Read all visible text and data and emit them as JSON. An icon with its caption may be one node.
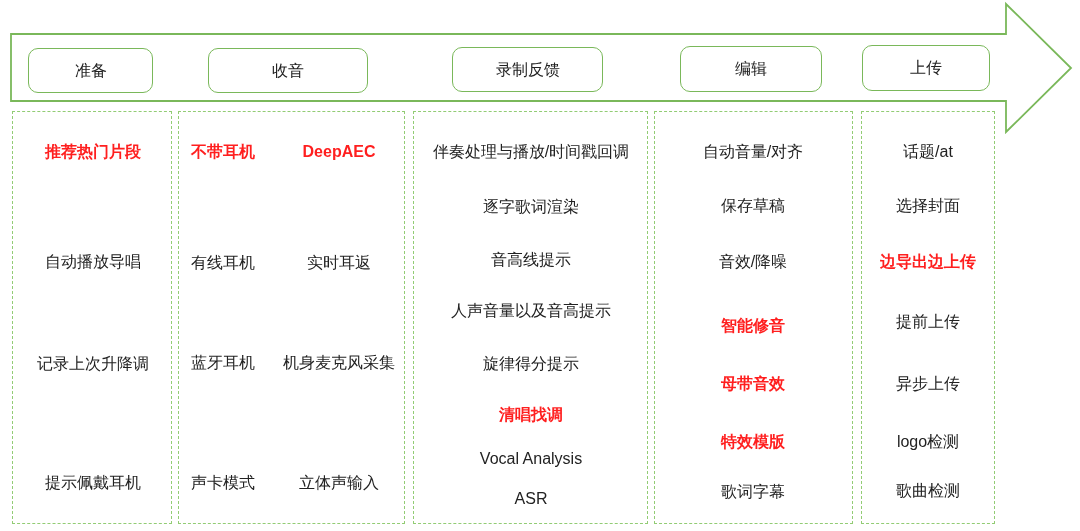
{
  "diagram": {
    "nodes": [
      {
        "text": [],
        "shape": "arrow"
      },
      {
        "text": [
          "准备"
        ],
        "in": 0
      },
      {
        "text": [
          "收音"
        ],
        "in": 0
      },
      {
        "text": [
          "录制反馈"
        ],
        "in": 0
      },
      {
        "text": [
          "编辑"
        ],
        "in": 0
      },
      {
        "text": [
          "上传"
        ],
        "in": 0
      },
      {
        "text": [
          "推荐热门片段",
          "自动播放导唱",
          "记录上次升降调",
          "提示佩戴耳机"
        ]
      },
      {
        "text": [
          "不带耳机",
          "DeepAEC",
          "有线耳机",
          "实时耳返",
          "蓝牙耳机",
          "机身麦克风采集",
          "声卡模式",
          "立体声输入"
        ]
      },
      {
        "text": [
          "伴奏处理与播放/时间戳回调",
          "逐字歌词渲染",
          "音高线提示",
          "人声音量以及音高提示",
          "旋律得分提示",
          "清唱找调",
          "Vocal Analysis",
          "ASR"
        ]
      },
      {
        "text": [
          "自动音量/对齐",
          "保存草稿",
          "音效/降噪",
          "智能修音",
          "母带音效",
          "特效模版",
          "歌词字幕"
        ]
      },
      {
        "text": [
          "话题/at",
          "选择封面",
          "边导出边上传",
          "提前上传",
          "异步上传",
          "logo检测",
          "歌曲检测"
        ]
      }
    ]
  }
}
